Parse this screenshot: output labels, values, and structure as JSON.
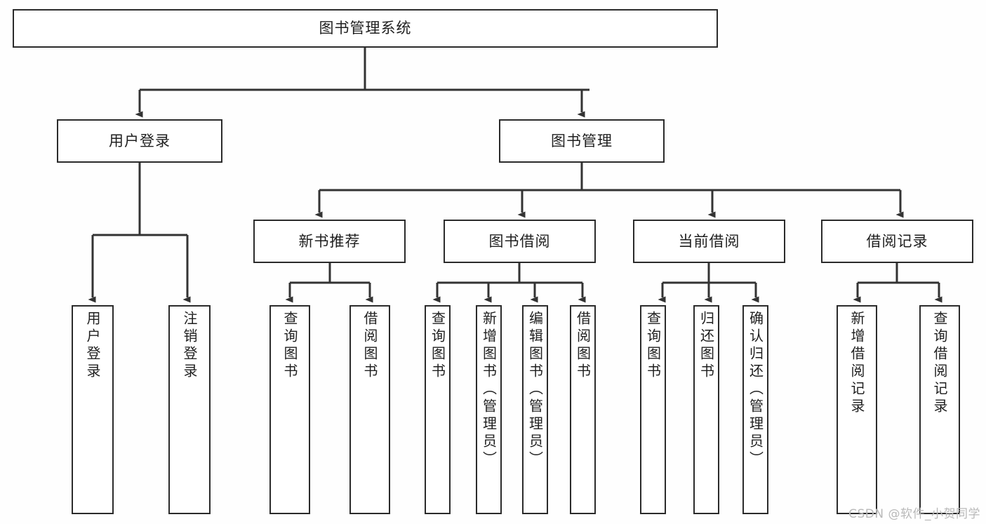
{
  "diagram": {
    "type": "tree",
    "title": "图书管理系统",
    "watermark": "CSDN @软件_小贺同学",
    "colors": {
      "box_border": "#2b2b2b",
      "box_fill": "#ffffff",
      "connector": "#333333",
      "text": "#1f1f1f",
      "background": "#fefefe",
      "watermark": "#b9b9b9"
    },
    "nodes": {
      "root": {
        "label": "图书管理系统"
      },
      "level2": [
        {
          "label": "用户登录"
        },
        {
          "label": "图书管理"
        }
      ],
      "level3": [
        {
          "label": "新书推荐"
        },
        {
          "label": "图书借阅"
        },
        {
          "label": "当前借阅"
        },
        {
          "label": "借阅记录"
        }
      ],
      "leaves": {
        "user_login": [
          {
            "label": "用户登录"
          },
          {
            "label": "注销登录"
          }
        ],
        "new_book": [
          {
            "label": "查询图书"
          },
          {
            "label": "借阅图书"
          }
        ],
        "borrow_book": [
          {
            "label": "查询图书"
          },
          {
            "label": "新增图书（管理员）"
          },
          {
            "label": "编辑图书（管理员）"
          },
          {
            "label": "借阅图书"
          }
        ],
        "current_borrow": [
          {
            "label": "查询图书"
          },
          {
            "label": "归还图书"
          },
          {
            "label": "确认归还（管理员）"
          }
        ],
        "borrow_record": [
          {
            "label": "新增借阅记录"
          },
          {
            "label": "查询借阅记录"
          }
        ]
      }
    }
  }
}
